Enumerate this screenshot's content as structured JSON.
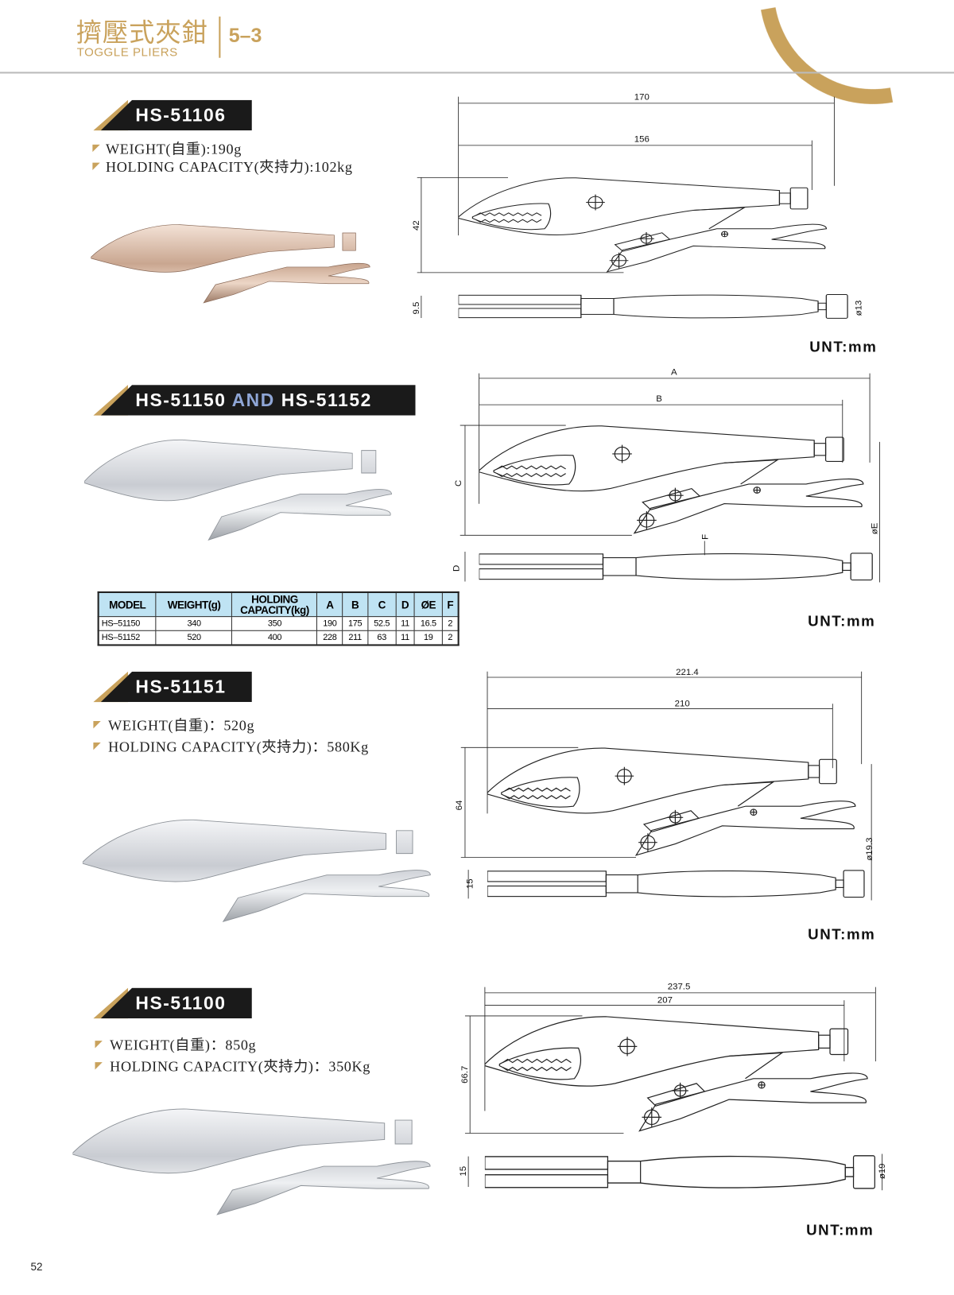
{
  "header": {
    "title_zh": "擠壓式夾鉗",
    "title_en": "TOGGLE PLIERS",
    "section": "5–3"
  },
  "products": [
    {
      "model": "HS-51106",
      "weight": "WEIGHT(自重):190g",
      "capacity": "HOLDING CAPACITY(夾持力):102kg",
      "dims": {
        "overall": "170",
        "length": "156",
        "height": "42",
        "thickness": "9.5",
        "diameter": "ø13"
      },
      "unit": "UNT:mm"
    },
    {
      "model_a": "HS-51150",
      "conjunction": "AND",
      "model_b": "HS-51152",
      "dims": {
        "a": "A",
        "b": "B",
        "c": "C",
        "d": "D",
        "e": "øE",
        "f": "F"
      },
      "unit": "UNT:mm",
      "table": {
        "headers": [
          "MODEL",
          "WEIGHT(g)",
          "HOLDING CAPACITY(kg)",
          "A",
          "B",
          "C",
          "D",
          "ØE",
          "F"
        ],
        "rows": [
          [
            "HS–51150",
            "340",
            "350",
            "190",
            "175",
            "52.5",
            "11",
            "16.5",
            "2"
          ],
          [
            "HS–51152",
            "520",
            "400",
            "228",
            "211",
            "63",
            "11",
            "19",
            "2"
          ]
        ]
      }
    },
    {
      "model": "HS-51151",
      "weight": "WEIGHT(自重)：520g",
      "capacity": "HOLDING CAPACITY(夾持力)：580Kg",
      "dims": {
        "overall": "221.4",
        "length": "210",
        "height": "64",
        "thickness": "15",
        "diameter": "ø19.3"
      },
      "unit": "UNT:mm"
    },
    {
      "model": "HS-51100",
      "weight": "WEIGHT(自重)：850g",
      "capacity": "HOLDING CAPACITY(夾持力)：350Kg",
      "dims": {
        "overall": "237.5",
        "length": "207",
        "height": "66.7",
        "thickness": "15",
        "diameter": "ø19"
      },
      "unit": "UNT:mm"
    }
  ],
  "page_number": "52",
  "colors": {
    "gold": "#c9a25c",
    "badge": "#1a1a1a",
    "table_header": "#bfe3f3"
  }
}
